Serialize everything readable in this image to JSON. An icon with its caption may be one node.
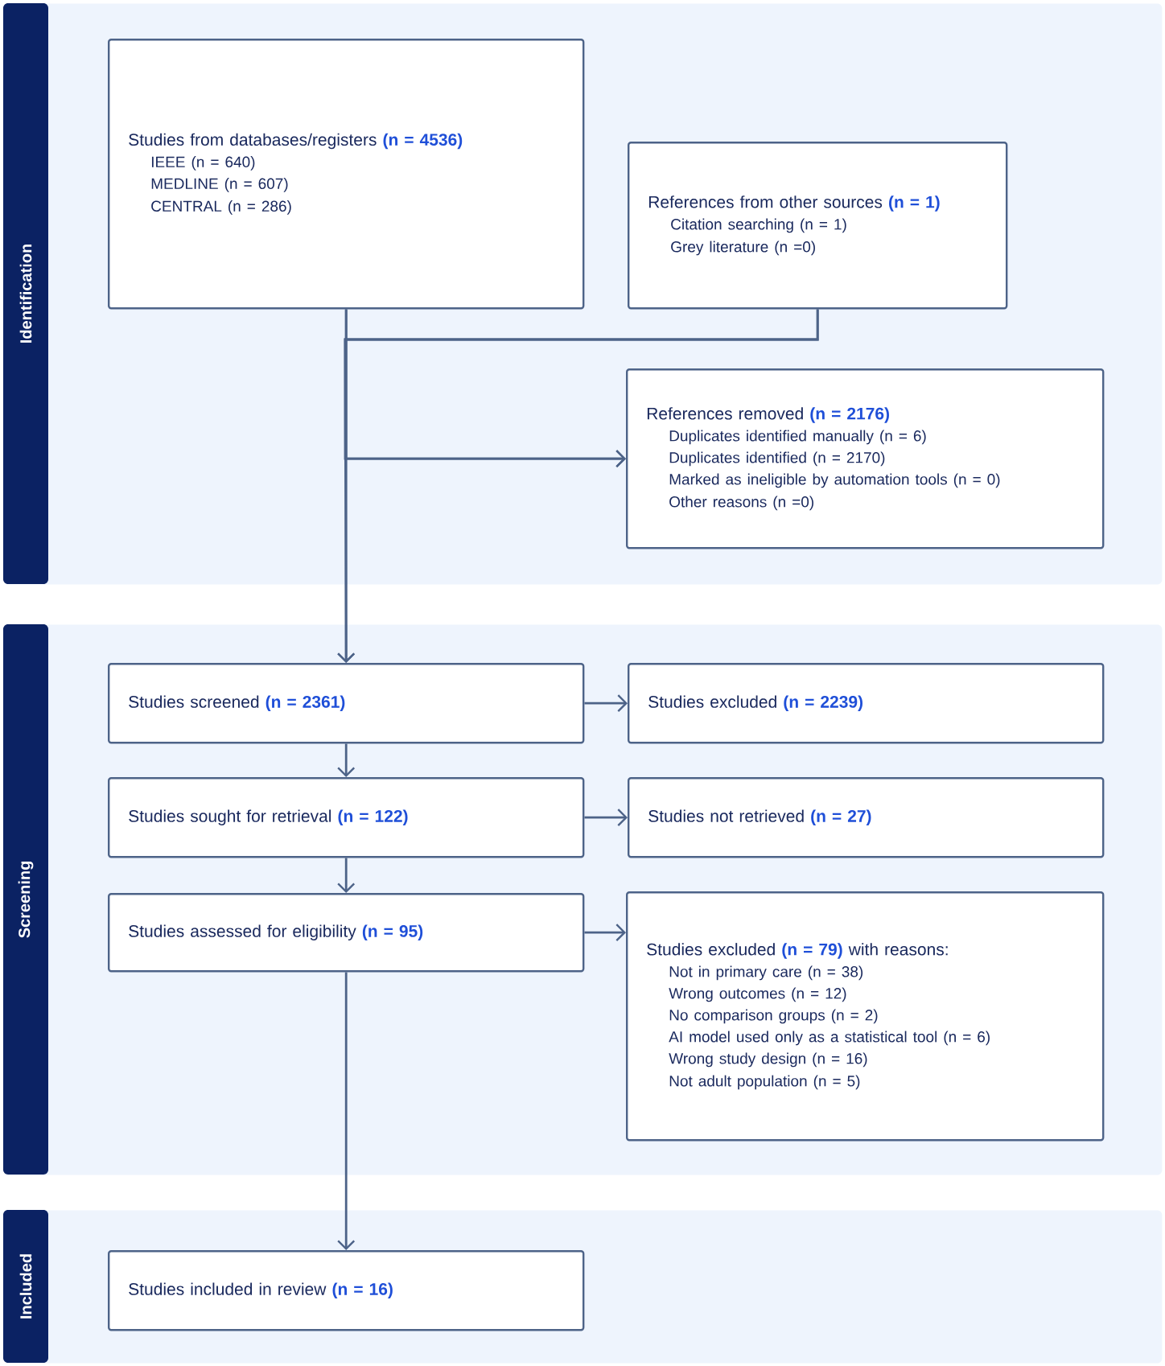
{
  "diagram": {
    "nodes": [
      {
        "text": [
          "Identification"
        ]
      },
      {
        "text": [
          "Studies from databases/registers",
          "(n = 4536)",
          "IEEE (n = 640)",
          "MEDLINE (n = 607)",
          "CENTRAL (n = 286)"
        ],
        "in": 0
      },
      {
        "text": [
          "References from other sources",
          "(n = 1)",
          "Citation searching (n = 1)",
          "Grey literature (n =0)"
        ],
        "in": 0
      },
      {
        "text": [
          "References removed",
          "(n = 2176)",
          "Duplicates identified manually (n = 6)",
          "Duplicates identified (n = 2170)",
          "Marked as ineligible by automation tools (n = 0)",
          "Other reasons (n =0)"
        ],
        "in": 0
      },
      {
        "text": [
          "Screening"
        ]
      },
      {
        "text": [
          "Studies screened",
          "(n = 2361)"
        ],
        "in": 4
      },
      {
        "text": [
          "Studies excluded",
          "(n = 2239)"
        ],
        "in": 4
      },
      {
        "text": [
          "Studies sought for retrieval",
          "(n = 122)"
        ],
        "in": 4
      },
      {
        "text": [
          "Studies not retrieved",
          "(n = 27)"
        ],
        "in": 4
      },
      {
        "text": [
          "Studies assessed for eligibility",
          "(n = 95)"
        ],
        "in": 4
      },
      {
        "text": [
          "Studies excluded",
          "(n = 79)",
          "with reasons:",
          "Not in primary care (n = 38)",
          "Wrong outcomes (n = 12)",
          "No comparison groups (n = 2)",
          "AI model used only as a statistical tool (n = 6)",
          "Wrong study design (n = 16)",
          "Not adult population (n = 5)"
        ],
        "in": 4
      },
      {
        "text": [
          "Included"
        ]
      },
      {
        "text": [
          "Studies included in review",
          "(n = 16)"
        ],
        "in": 11
      }
    ],
    "edges": [
      {
        "from": 1,
        "to": 5,
        "arrow": "to"
      },
      {
        "from": 2,
        "to": 5,
        "arrow": "to"
      },
      {
        "from": 1,
        "to": 3,
        "arrow": "to"
      },
      {
        "from": 2,
        "to": 3,
        "arrow": "to"
      },
      {
        "from": 5,
        "to": 6,
        "arrow": "to"
      },
      {
        "from": 5,
        "to": 7,
        "arrow": "to"
      },
      {
        "from": 7,
        "to": 8,
        "arrow": "to"
      },
      {
        "from": 7,
        "to": 9,
        "arrow": "to"
      },
      {
        "from": 9,
        "to": 10,
        "arrow": "to"
      },
      {
        "from": 9,
        "to": 12,
        "arrow": "to"
      }
    ]
  }
}
